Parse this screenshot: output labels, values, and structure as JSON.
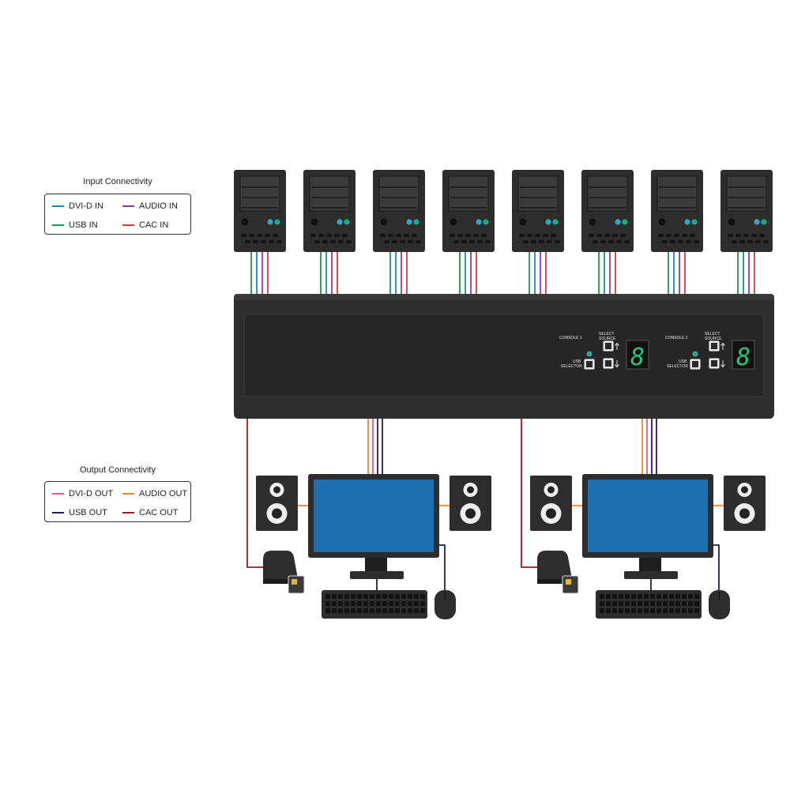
{
  "colors": {
    "dvi_in": "#2a7fc0",
    "audio_in": "#8a3fa6",
    "usb_in": "#1f9a4c",
    "cac_in": "#d33a3a",
    "dvi_out": "#e05a8a",
    "audio_out": "#f0852e",
    "usb_out": "#1d1f5a",
    "cac_out": "#a3161b",
    "device": "#2d2d2d",
    "panel": "#262626",
    "screen": "#1e6fad",
    "led_blue": "#2aa7c9",
    "led_teal": "#1aa88a",
    "digit": "#29c47e"
  },
  "legends": {
    "input": {
      "title": "Input Connectivity",
      "items": [
        {
          "label": "DVI-D IN",
          "color_key": "dvi_in"
        },
        {
          "label": "AUDIO IN",
          "color_key": "audio_in"
        },
        {
          "label": "USB IN",
          "color_key": "usb_in"
        },
        {
          "label": "CAC IN",
          "color_key": "cac_in"
        }
      ]
    },
    "output": {
      "title": "Output Connectivity",
      "items": [
        {
          "label": "DVI-D OUT",
          "color_key": "dvi_out"
        },
        {
          "label": "AUDIO OUT",
          "color_key": "audio_out"
        },
        {
          "label": "USB OUT",
          "color_key": "usb_out"
        },
        {
          "label": "CAC OUT",
          "color_key": "cac_out"
        }
      ]
    }
  },
  "computers": {
    "count": 8
  },
  "switch_panel": {
    "consoles": [
      {
        "name": "CONSOLE 1",
        "select_line1": "SELECT",
        "select_line2": "SOURCE",
        "usb_line1": "USB",
        "usb_line2": "SELECTOR",
        "digit": "8"
      },
      {
        "name": "CONSOLE 2",
        "select_line1": "SELECT",
        "select_line2": "SOURCE",
        "usb_line1": "USB",
        "usb_line2": "SELECTOR",
        "digit": "8"
      }
    ]
  },
  "workstations": {
    "count": 2
  }
}
